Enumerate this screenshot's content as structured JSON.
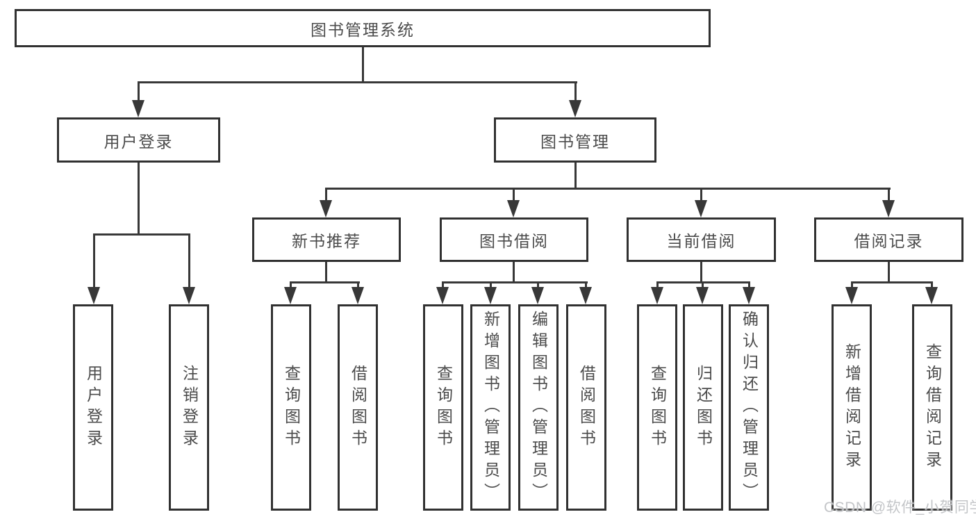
{
  "diagram": {
    "type": "tree-diagram",
    "orientation": "top-down"
  },
  "nodes": {
    "root": "图书管理系统",
    "level2": [
      "用户登录",
      "图书管理"
    ],
    "level3": [
      "新书推荐",
      "图书借阅",
      "当前借阅",
      "借阅记录"
    ],
    "leaves": {
      "user_login": [
        "用户登录",
        "注销登录"
      ],
      "new_books": [
        "查询图书",
        "借阅图书"
      ],
      "book_borrow": [
        "查询图书",
        "新增图书（管理员）",
        "编辑图书（管理员）",
        "借阅图书"
      ],
      "current_borrow": [
        "查询图书",
        "归还图书",
        "确认归还（管理员）"
      ],
      "borrow_records": [
        "新增借阅记录",
        "查询借阅记录"
      ]
    }
  },
  "watermark": "CSDN @软件_小贺同学",
  "colors": {
    "line": "#383838",
    "box_border": "#313131",
    "text": "#4b4b4b",
    "watermark": "#c3c5c8",
    "background": "#ffffff"
  }
}
